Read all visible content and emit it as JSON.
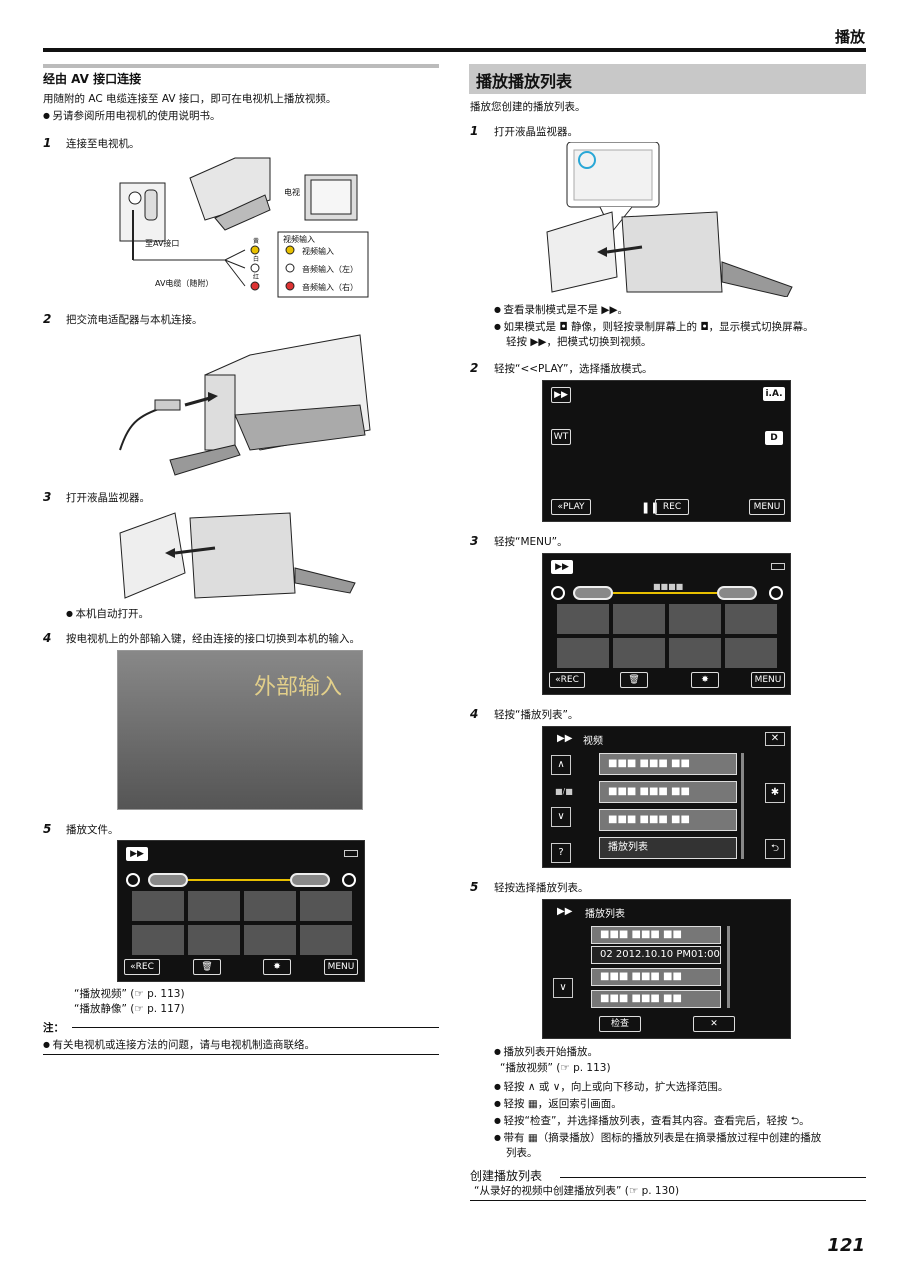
{
  "header": {
    "title": "播放"
  },
  "left": {
    "section_title": "经由 AV 接口连接",
    "intro": "用随附的 AC 电缆连接至 AV 接口，即可在电视机上播放视频。",
    "intro_bullet": "另请参阅所用电视机的使用说明书。",
    "steps": [
      {
        "num": "1",
        "text": "连接至电视机。"
      },
      {
        "num": "2",
        "text": "把交流电适配器与本机连接。"
      },
      {
        "num": "3",
        "text": "打开液晶监视器。"
      },
      {
        "num": "4",
        "text": "按电视机上的外部输入键，经由连接的接口切换到本机的输入。"
      },
      {
        "num": "5",
        "text": "播放文件。"
      }
    ],
    "diagram": {
      "tv_label": "电视",
      "av_port_label": "至AV接口",
      "cable_label": "AV电缆（随附）",
      "video_input_title": "视频输入",
      "inputs": [
        "视频输入",
        "音频输入（左）",
        "音频输入（右）"
      ],
      "colors": [
        "黄",
        "白",
        "红"
      ]
    },
    "step3_bullet": "本机自动打开。",
    "tv_screen_text": "外部输入",
    "refs": [
      "“播放视频” (☞ p. 113)",
      "“播放静像” (☞ p. 117)"
    ],
    "note_label": "注：",
    "note_bullet": "有关电视机或连接方法的问题，请与电视机制造商联络。"
  },
  "right": {
    "section_title": "播放播放列表",
    "intro": "播放您创建的播放列表。",
    "steps": [
      {
        "num": "1",
        "text": "打开液晶监视器。"
      },
      {
        "num": "2",
        "text": "轻按“<<PLAY”，选择播放模式。"
      },
      {
        "num": "3",
        "text": "轻按“MENU”。"
      },
      {
        "num": "4",
        "text": "轻按“播放列表”。"
      },
      {
        "num": "5",
        "text": "轻按选择播放列表。"
      }
    ],
    "step1_bullets": [
      "查看录制模式是不是 ▶▶。",
      "如果模式是 ◘ 静像，则轻按录制屏幕上的 ◘，显示模式切换屏幕。",
      "轻按 ▶▶，把模式切换到视频。"
    ],
    "rec_screen": {
      "ia": "i.A.",
      "wt": "WT",
      "d": "D",
      "play": "«PLAY",
      "rec": "REC",
      "menu": "MENU"
    },
    "index_screen": {
      "rec": "«REC",
      "menu": "MENU",
      "date": "■■■■"
    },
    "menu_screen": {
      "title": "视频",
      "playlist": "播放列表",
      "help": "?"
    },
    "playlist_screen": {
      "title": "播放列表",
      "entry": "02  2012.10.10  PM01:00",
      "check": "检查",
      "close": "✕"
    },
    "step5_bullets": [
      "播放列表开始播放。",
      "轻按 ∧ 或 ∨，向上或向下移动，扩大选择范围。",
      "轻按 ▦，返回索引画面。",
      "轻按“检查”，并选择播放列表，查看其内容。查看完后，轻按 ⮌。",
      "带有 ▦（摘录播放）图标的播放列表是在摘录播放过程中创建的播放",
      "列表。"
    ],
    "step5_ref": "“播放视频” (☞ p. 113)",
    "create_title": "创建播放列表",
    "create_ref": "“从录好的视频中创建播放列表” (☞ p. 130)"
  },
  "page_number": "121"
}
